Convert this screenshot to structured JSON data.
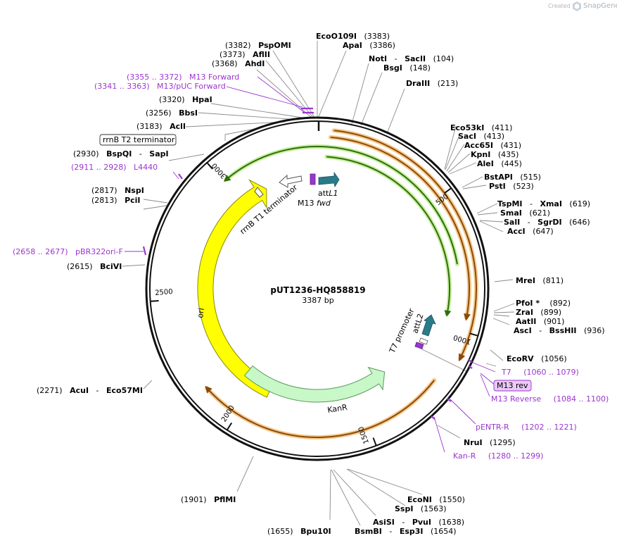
{
  "credit": {
    "text": "Created by",
    "brand": "SnapGene"
  },
  "plasmid": {
    "name": "pUT1236-HQ858819",
    "size": "3387 bp"
  },
  "ticks": [
    "500",
    "1000",
    "1500",
    "2000",
    "2500",
    "3000"
  ],
  "sites": [
    {
      "id": "ecoo109i",
      "parts": [
        {
          "t": "EcoO109I",
          "b": true
        },
        {
          "t": "   (3383)"
        }
      ]
    },
    {
      "id": "apai",
      "parts": [
        {
          "t": "ApaI",
          "b": true
        },
        {
          "t": "   (3386)"
        }
      ]
    },
    {
      "id": "psp",
      "parts": [
        {
          "t": "(3382)   "
        },
        {
          "t": "PspOMI",
          "b": true
        }
      ]
    },
    {
      "id": "aflii",
      "parts": [
        {
          "t": "(3373)   "
        },
        {
          "t": "AflII",
          "b": true
        }
      ]
    },
    {
      "id": "ahdi",
      "parts": [
        {
          "t": "(3368)   "
        },
        {
          "t": "AhdI",
          "b": true
        }
      ]
    },
    {
      "id": "m13f",
      "primer": true,
      "parts": [
        {
          "t": "(3355 .. 3372)   M13 Forward"
        }
      ]
    },
    {
      "id": "m13puc",
      "primer": true,
      "parts": [
        {
          "t": "(3341 .. 3363)   M13/pUC Forward"
        }
      ]
    },
    {
      "id": "hpai",
      "parts": [
        {
          "t": "(3320)   "
        },
        {
          "t": "HpaI",
          "b": true
        }
      ]
    },
    {
      "id": "bbsi",
      "parts": [
        {
          "t": "(3256)   "
        },
        {
          "t": "BbsI",
          "b": true
        }
      ]
    },
    {
      "id": "acli",
      "parts": [
        {
          "t": "(3183)   "
        },
        {
          "t": "AclI",
          "b": true
        }
      ]
    },
    {
      "id": "bspqi",
      "parts": [
        {
          "t": "(2930)   "
        },
        {
          "t": "BspQI",
          "b": true
        },
        {
          "t": "   -   "
        },
        {
          "t": "SapI",
          "b": true
        }
      ]
    },
    {
      "id": "l4440",
      "primer": true,
      "parts": [
        {
          "t": "(2911 .. 2928)   L4440"
        }
      ]
    },
    {
      "id": "nspi",
      "parts": [
        {
          "t": "(2817)   "
        },
        {
          "t": "NspI",
          "b": true
        }
      ]
    },
    {
      "id": "pcii",
      "parts": [
        {
          "t": "(2813)   "
        },
        {
          "t": "PciI",
          "b": true
        }
      ]
    },
    {
      "id": "pbr",
      "primer": true,
      "parts": [
        {
          "t": "(2658 .. 2677)   pBR322ori-F"
        }
      ]
    },
    {
      "id": "bcivi",
      "parts": [
        {
          "t": "(2615)   "
        },
        {
          "t": "BciVI",
          "b": true
        }
      ]
    },
    {
      "id": "acui",
      "parts": [
        {
          "t": "(2271)   "
        },
        {
          "t": "AcuI",
          "b": true
        },
        {
          "t": "   -   "
        },
        {
          "t": "Eco57MI",
          "b": true
        }
      ]
    },
    {
      "id": "pflmi",
      "parts": [
        {
          "t": "(1901)   "
        },
        {
          "t": "PflMI",
          "b": true
        }
      ]
    },
    {
      "id": "bpu10i",
      "parts": [
        {
          "t": "(1655)   "
        },
        {
          "t": "Bpu10I",
          "b": true
        }
      ]
    },
    {
      "id": "bsmbi",
      "parts": [
        {
          "t": "BsmBI",
          "b": true
        },
        {
          "t": "   -   "
        },
        {
          "t": "Esp3I",
          "b": true
        },
        {
          "t": "   (1654)"
        }
      ]
    },
    {
      "id": "asisi",
      "parts": [
        {
          "t": "AsiSI",
          "b": true
        },
        {
          "t": "   -   "
        },
        {
          "t": "PvuI",
          "b": true
        },
        {
          "t": "   (1638)"
        }
      ]
    },
    {
      "id": "sspi",
      "parts": [
        {
          "t": "SspI",
          "b": true
        },
        {
          "t": "   (1563)"
        }
      ]
    },
    {
      "id": "econi",
      "parts": [
        {
          "t": "EcoNI",
          "b": true
        },
        {
          "t": "   (1550)"
        }
      ]
    },
    {
      "id": "kanr-primer",
      "primer": true,
      "parts": [
        {
          "t": "Kan-R     (1280 .. 1299)"
        }
      ]
    },
    {
      "id": "nrui",
      "parts": [
        {
          "t": "NruI",
          "b": true
        },
        {
          "t": "   (1295)"
        }
      ]
    },
    {
      "id": "pentr",
      "primer": true,
      "parts": [
        {
          "t": "pENTR-R     (1202 .. 1221)"
        }
      ]
    },
    {
      "id": "m13rev",
      "primer": true,
      "parts": [
        {
          "t": "M13 Reverse     (1084 .. 1100)"
        }
      ]
    },
    {
      "id": "t7",
      "primer": true,
      "parts": [
        {
          "t": "T7     (1060 .. 1079)"
        }
      ]
    },
    {
      "id": "ecorv",
      "parts": [
        {
          "t": "EcoRV",
          "b": true
        },
        {
          "t": "   (1056)"
        }
      ]
    },
    {
      "id": "asci",
      "parts": [
        {
          "t": "AscI",
          "b": true
        },
        {
          "t": "   -   "
        },
        {
          "t": "BssHII",
          "b": true
        },
        {
          "t": "   (936)"
        }
      ]
    },
    {
      "id": "aatii",
      "parts": [
        {
          "t": "AatII",
          "b": true
        },
        {
          "t": "   (901)"
        }
      ]
    },
    {
      "id": "zrai",
      "parts": [
        {
          "t": "ZraI",
          "b": true
        },
        {
          "t": "   (899)"
        }
      ]
    },
    {
      "id": "pfoi",
      "parts": [
        {
          "t": "PfoI",
          "b": true
        },
        {
          "t": " * ",
          "b": true
        },
        {
          "t": "   (892)"
        }
      ]
    },
    {
      "id": "mrei",
      "parts": [
        {
          "t": "MreI",
          "b": true
        },
        {
          "t": "   (811)"
        }
      ]
    },
    {
      "id": "acci",
      "parts": [
        {
          "t": "AccI",
          "b": true
        },
        {
          "t": "   (647)"
        }
      ]
    },
    {
      "id": "sali",
      "parts": [
        {
          "t": "SalI",
          "b": true
        },
        {
          "t": "   -   "
        },
        {
          "t": "SgrDI",
          "b": true
        },
        {
          "t": "   (646)"
        }
      ]
    },
    {
      "id": "smai",
      "parts": [
        {
          "t": "SmaI",
          "b": true
        },
        {
          "t": "   (621)"
        }
      ]
    },
    {
      "id": "tspmi",
      "parts": [
        {
          "t": "TspMI",
          "b": true
        },
        {
          "t": "   -   "
        },
        {
          "t": "XmaI",
          "b": true
        },
        {
          "t": "   (619)"
        }
      ]
    },
    {
      "id": "psti",
      "parts": [
        {
          "t": "PstI",
          "b": true
        },
        {
          "t": "   (523)"
        }
      ]
    },
    {
      "id": "bstapi",
      "parts": [
        {
          "t": "BstAPI",
          "b": true
        },
        {
          "t": "   (515)"
        }
      ]
    },
    {
      "id": "alei",
      "parts": [
        {
          "t": "AleI",
          "b": true
        },
        {
          "t": "   (445)"
        }
      ]
    },
    {
      "id": "kpni",
      "parts": [
        {
          "t": "KpnI",
          "b": true
        },
        {
          "t": "   (435)"
        }
      ]
    },
    {
      "id": "acc65i",
      "parts": [
        {
          "t": "Acc65I",
          "b": true
        },
        {
          "t": "   (431)"
        }
      ]
    },
    {
      "id": "saci",
      "parts": [
        {
          "t": "SacI",
          "b": true
        },
        {
          "t": "   (413)"
        }
      ]
    },
    {
      "id": "eco53ki",
      "parts": [
        {
          "t": "Eco53kI",
          "b": true
        },
        {
          "t": "   (411)"
        }
      ]
    },
    {
      "id": "draiii",
      "parts": [
        {
          "t": "DraIII",
          "b": true
        },
        {
          "t": "   (213)"
        }
      ]
    },
    {
      "id": "bsgi",
      "parts": [
        {
          "t": "BsgI",
          "b": true
        },
        {
          "t": "   (148)"
        }
      ]
    },
    {
      "id": "noti",
      "parts": [
        {
          "t": "NotI",
          "b": true
        },
        {
          "t": "   -   "
        },
        {
          "t": "SacII",
          "b": true
        },
        {
          "t": "   (104)"
        }
      ]
    }
  ],
  "boxed": {
    "rrnb_t2": "rrnB T2 terminator",
    "m13rev_box": "M13 rev"
  },
  "features": {
    "rrnb_t1": "rrnB T1 terminator",
    "attl1_a": "att",
    "attl1_b": "L1",
    "m13fwd_a": "M13 ",
    "m13fwd_b": "fwd",
    "t7prom": "T7 promoter",
    "attl2": "attL2",
    "ori": "ori",
    "kanr": "KanR"
  },
  "colors": {
    "backbone": "#111111",
    "primer": "#9b35d0",
    "green": "#4a9c1c",
    "orange": "#b8680e",
    "teal": "#2a7a8a",
    "ori": "#ffff00",
    "kanr": "#c8f7c8"
  }
}
